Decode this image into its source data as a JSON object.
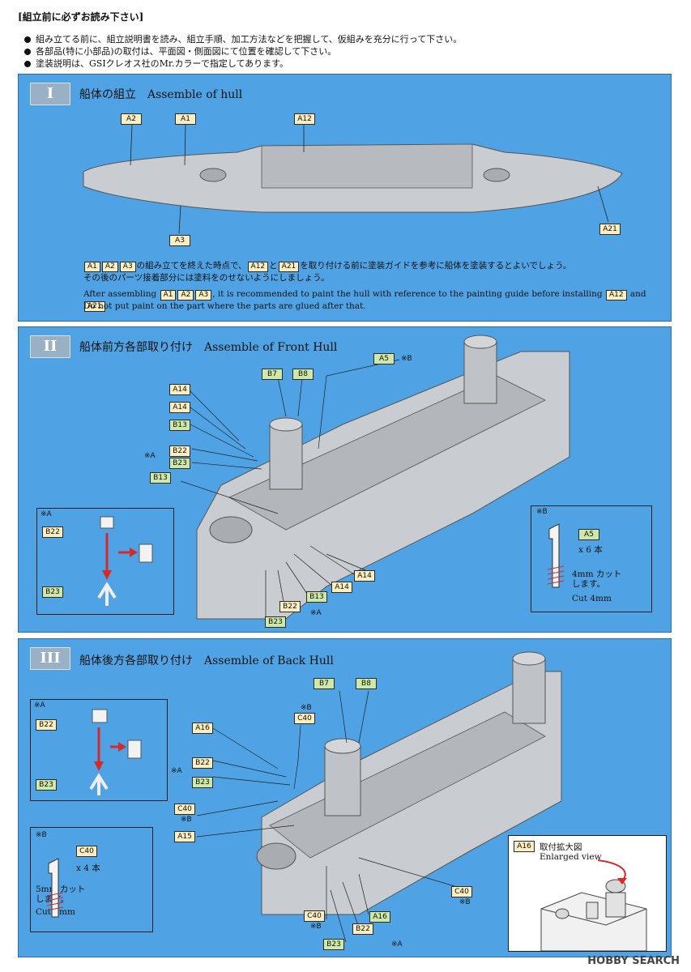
{
  "header": {
    "title": "[組立前に必ずお読み下さい]",
    "notes": [
      "組み立てる前に、組立説明書を読み、組立手順、加工方法などを把握して、仮組みを充分に行って下さい。",
      "各部品(特に小部品)の取付は、平面図・側面図にて位置を確認して下さい。",
      "塗装説明は、GSIクレオス社のMr.カラーで指定してあります。"
    ]
  },
  "sections": {
    "s1": {
      "roman": "I",
      "title": "船体の組立　Assemble of hull",
      "tags": [
        "A2",
        "A1",
        "A12",
        "A3",
        "A21"
      ],
      "jp_line1_tags": [
        "A1",
        "A2",
        "A3"
      ],
      "jp_line1_mid": "の組み立てを終えた時点で、",
      "jp_line1_tag2": "A12",
      "jp_line1_to": "と",
      "jp_line1_tag3": "A21",
      "jp_line1_end": "を取り付ける前に塗装ガイドを参考に船体を塗装するとよいでしょう。",
      "jp_line2": "その後のパーツ接着部分には塗料をのせないようにしましょう。",
      "en_start": "After assembling",
      "en_tags": [
        "A1",
        "A2",
        "A3"
      ],
      "en_mid": ", it is recommended to paint the hull with reference to the painting guide before installing",
      "en_tag2": "A12",
      "en_and": "and",
      "en_tag3": "A21",
      "en_line2": "Do not put paint on the part where the parts are glued after that."
    },
    "s2": {
      "roman": "II",
      "title": "船体前方各部取り付け　Assemble of Front Hull",
      "tags": {
        "a5": "A5",
        "b7": "B7",
        "b8": "B8",
        "a14a": "A14",
        "a14b": "A14",
        "b13a": "B13",
        "b22a": "B22",
        "b23a": "B23",
        "b13b": "B13",
        "a14c": "A14",
        "a14d": "A14",
        "b13c": "B13",
        "b22b": "B22",
        "b23b": "B23"
      },
      "marks": {
        "a5b": "※B",
        "a": "※A",
        "b23a": "※A"
      },
      "insetA": {
        "mark": "※A",
        "top": "B22",
        "bottom": "B23"
      },
      "insetB": {
        "mark": "※B",
        "tag": "A5",
        "qty": "x 6 本",
        "cut_jp_1": "4mm カット",
        "cut_jp_2": "します。",
        "cut_en": "Cut 4mm"
      }
    },
    "s3": {
      "roman": "III",
      "title": "船体後方各部取り付け　Assemble of Back Hull",
      "tags": {
        "b7": "B7",
        "b8": "B8",
        "c40a": "C40",
        "a16a": "A16",
        "b22a": "B22",
        "b23a": "B23",
        "c40b": "C40",
        "a15": "A15",
        "c40c": "C40",
        "c40d": "C40",
        "a16b": "A16",
        "b22b": "B22",
        "b23b": "B23"
      },
      "marks": {
        "c40a": "※B",
        "a": "※A",
        "c40b": "※B",
        "c40c": "※B",
        "c40d": "※B",
        "b23b": "※A"
      },
      "insetA": {
        "mark": "※A",
        "top": "B22",
        "bottom": "B23"
      },
      "insetB": {
        "mark": "※B",
        "tag": "C40",
        "qty": "x 4 本",
        "cut_jp_1": "5mm カット",
        "cut_jp_2": "します。",
        "cut_en": "Cut 5mm"
      },
      "enlarged": {
        "tag": "A16",
        "jp": "取付拡大図",
        "en": "Enlarged view"
      }
    }
  },
  "watermark": "HOBBY SEARCH",
  "colors": {
    "panel": "#4fa3e4",
    "tag": "#fbeec0",
    "tag_green": "#cfe8a8",
    "arrow": "#d42a2a",
    "hull": "#c9ccd0"
  }
}
